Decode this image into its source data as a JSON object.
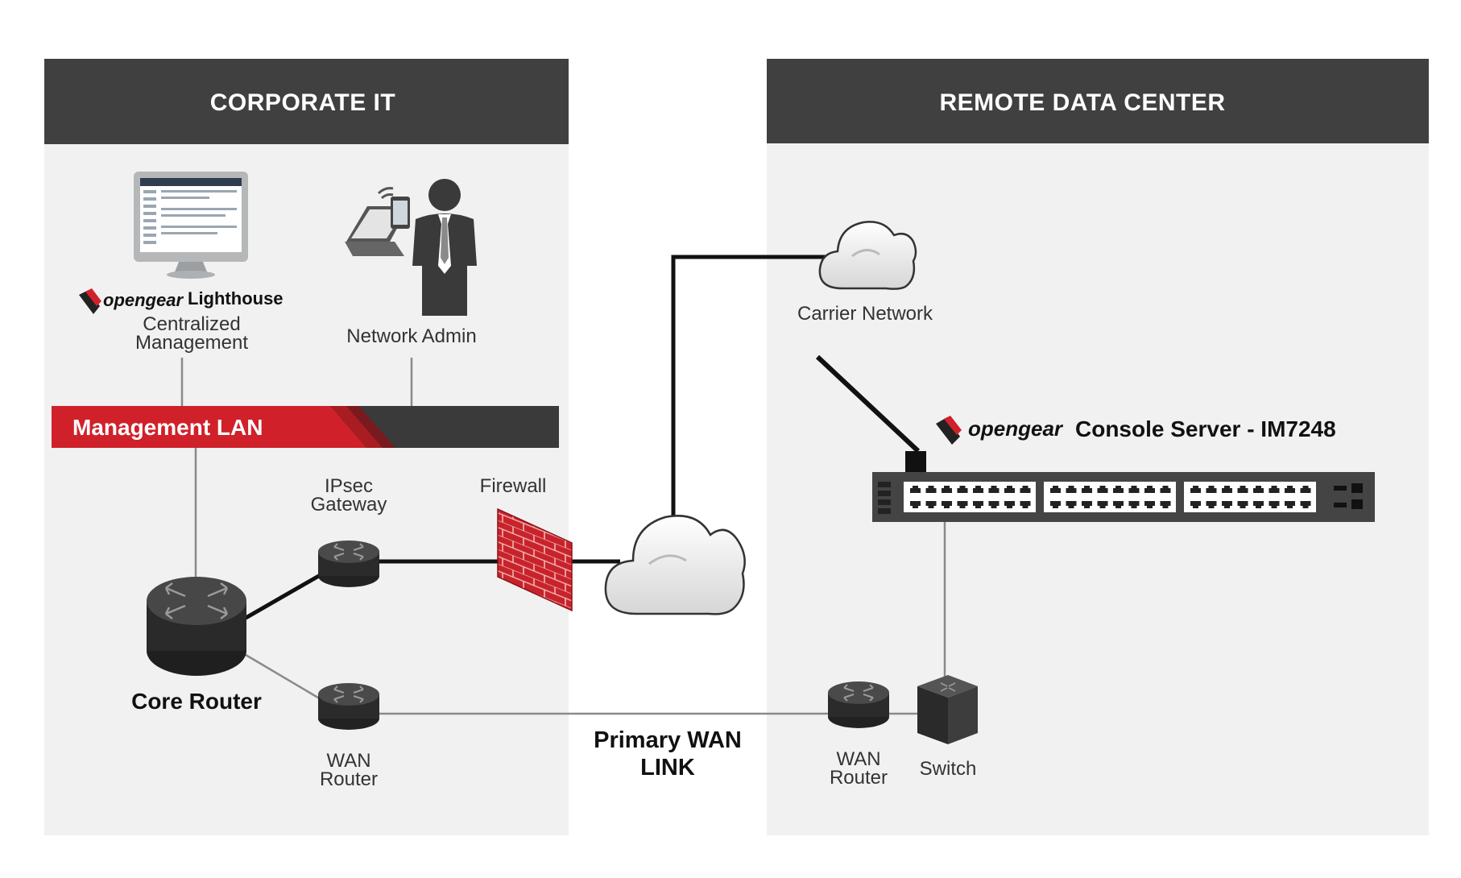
{
  "corporate_it": {
    "header": "CORPORATE IT",
    "lighthouse_brand": "opengear",
    "lighthouse_product": "Lighthouse",
    "lighthouse_caption_line1": "Centralized",
    "lighthouse_caption_line2": "Management",
    "admin_caption": "Network Admin",
    "management_lan": "Management LAN",
    "ipsec_line1": "IPsec",
    "ipsec_line2": "Gateway",
    "firewall": "Firewall",
    "core_router": "Core Router",
    "wan_router_line1": "WAN",
    "wan_router_line2": "Router"
  },
  "link": {
    "line1": "Primary WAN",
    "line2": "LINK"
  },
  "remote_dc": {
    "header": "REMOTE DATA CENTER",
    "carrier": "Carrier Network",
    "brand": "opengear",
    "console_server": "Console Server - IM7248",
    "wan_router_line1": "WAN",
    "wan_router_line2": "Router",
    "switch": "Switch"
  },
  "colors": {
    "panel_bg": "#f1f1f1",
    "header_bg": "#404040",
    "accent_red": "#d0212a",
    "dark": "#3a3a3a"
  }
}
